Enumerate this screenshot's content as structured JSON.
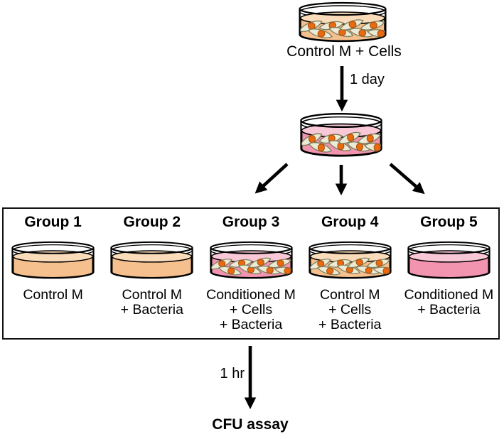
{
  "colors": {
    "control_medium": "#F6C08E",
    "control_medium_top": "#FBDCBA",
    "conditioned_medium": "#F294AF",
    "conditioned_medium_top": "#F8C8D6",
    "cell_body": "#EBEAD6",
    "cell_outline": "#7E7E5C",
    "nucleus": "#EA6A10",
    "nucleus_outline": "#A8500A",
    "outline": "#000000"
  },
  "top_flow": {
    "start_dish": {
      "medium": "control",
      "has_cells": true
    },
    "start_label": "Control M + Cells",
    "arrow1_label": "1 day",
    "day1_dish": {
      "medium": "conditioned",
      "has_cells": true
    }
  },
  "groups_panel": {
    "groups": [
      {
        "name": "Group 1",
        "medium": "control",
        "has_cells": false,
        "label_lines": [
          "Control M"
        ]
      },
      {
        "name": "Group 2",
        "medium": "control",
        "has_cells": false,
        "label_lines": [
          "Control M",
          "+ Bacteria"
        ]
      },
      {
        "name": "Group 3",
        "medium": "conditioned",
        "has_cells": true,
        "label_lines": [
          "Conditioned M",
          "+ Cells",
          "+ Bacteria"
        ]
      },
      {
        "name": "Group 4",
        "medium": "control",
        "has_cells": true,
        "label_lines": [
          "Control M",
          "+ Cells",
          "+ Bacteria"
        ]
      },
      {
        "name": "Group 5",
        "medium": "conditioned",
        "has_cells": false,
        "label_lines": [
          "Conditioned M",
          "+ Bacteria"
        ]
      }
    ]
  },
  "bottom_flow": {
    "arrow_label": "1 hr",
    "result_label": "CFU assay"
  }
}
